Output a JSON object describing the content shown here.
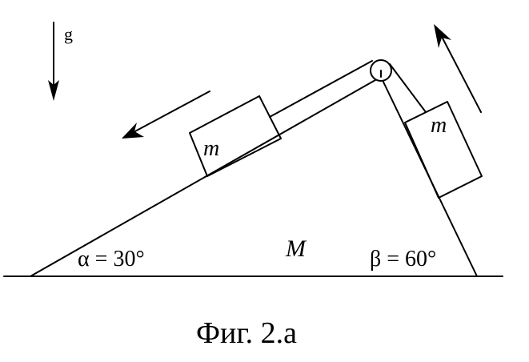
{
  "labels": {
    "gravity": "g",
    "block_on_left_incline": "m",
    "block_on_right_incline": "m",
    "wedge_mass": "M",
    "alpha": "α = 30°",
    "beta": "β = 60°",
    "caption": "Фиг. 2.а"
  },
  "colors": {
    "stroke": "#000000",
    "background": "#ffffff"
  }
}
